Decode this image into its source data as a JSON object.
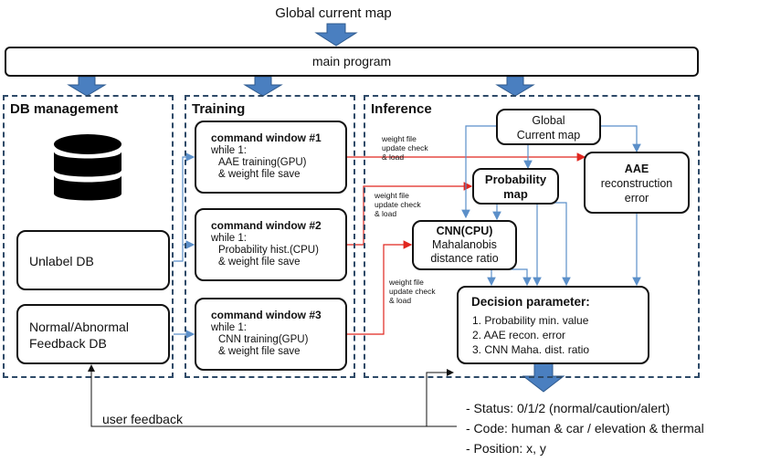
{
  "top_label": "Global current map",
  "main_program": "main program",
  "sections": {
    "db": {
      "title": "DB management",
      "unlabel": "Unlabel DB",
      "normal_l1": "Normal/Abnormal",
      "normal_l2": "Feedback DB"
    },
    "training": {
      "title": "Training"
    },
    "inference": {
      "title": "Inference"
    }
  },
  "command_windows": [
    {
      "title": "command window #1",
      "l1": "while 1:",
      "l2": "AAE training(GPU)",
      "l3": "& weight file save"
    },
    {
      "title": "command window #2",
      "l1": "while 1:",
      "l2": "Probability hist.(CPU)",
      "l3": "& weight file save"
    },
    {
      "title": "command window #3",
      "l1": "while 1:",
      "l2": "CNN training(GPU)",
      "l3": "& weight file save"
    }
  ],
  "weight_note": {
    "l1": "weight file",
    "l2": "update check",
    "l3": "& load"
  },
  "inference": {
    "global_l1": "Global",
    "global_l2": "Current map",
    "prob_l1": "Probability",
    "prob_l2": "map",
    "aae_l1": "AAE",
    "aae_l2": "reconstruction",
    "aae_l3": "error",
    "cnn_l1": "CNN(CPU)",
    "cnn_l2": "Mahalanobis",
    "cnn_l3": "distance ratio",
    "decision_title": "Decision parameter:",
    "decision_items": [
      "1.   Probability  min. value",
      "2.   AAE recon.  error",
      "3.   CNN Maha. dist. ratio"
    ]
  },
  "outputs": [
    "- Status: 0/1/2 (normal/caution/alert)",
    "- Code: human & car / elevation & thermal",
    "- Position: x, y"
  ],
  "user_feedback": "user feedback",
  "colors": {
    "arrow_blue": "#4a7fc0",
    "dash_border": "#2e4a68",
    "red": "#e0261f",
    "line_blue": "#5b8fc9"
  }
}
